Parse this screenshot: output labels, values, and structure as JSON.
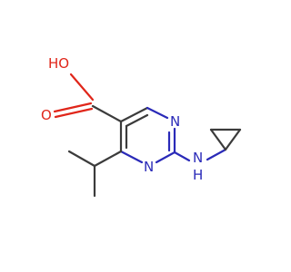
{
  "molecule": {
    "colors": {
      "carbon_bond": "#3b3b3b",
      "nitrogen": "#2a2ab8",
      "oxygen": "#e0261a",
      "background": "#ffffff"
    },
    "atoms": {
      "hydroxyl": "HO",
      "carbonyl_oxygen": "O",
      "ring_nitrogen_upper": "N",
      "ring_nitrogen_lower": "N",
      "amine_nitrogen": "N",
      "amine_hydrogen": "H"
    }
  }
}
